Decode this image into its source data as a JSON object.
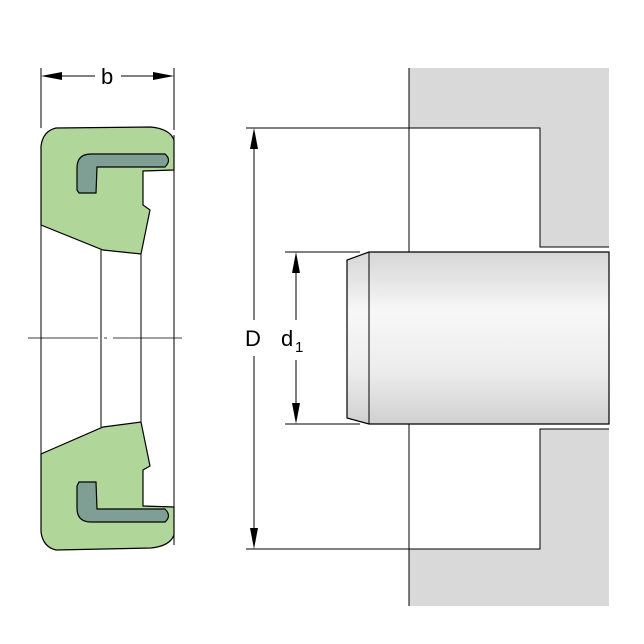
{
  "labels": {
    "width": "b",
    "outer_diameter": "D",
    "shaft_diameter": "d",
    "shaft_diameter_subscript": "1"
  },
  "colors": {
    "seal_rubber": "#b0d69a",
    "metal_insert": "#7f9f94",
    "housing": "#d9d9d9",
    "shaft": "#eeeeee",
    "line": "#000000"
  }
}
